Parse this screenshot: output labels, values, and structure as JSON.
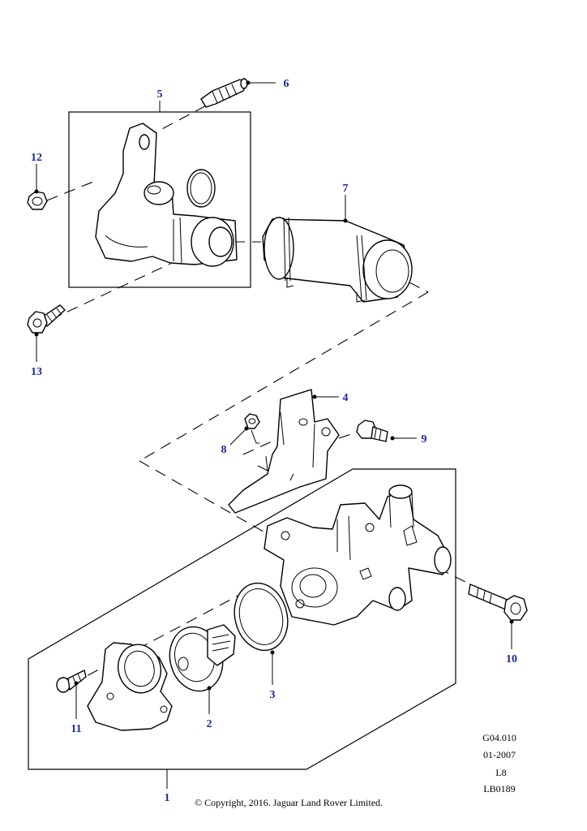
{
  "callouts": {
    "c1": "1",
    "c2": "2",
    "c3": "3",
    "c4": "4",
    "c5": "5",
    "c6": "6",
    "c7": "7",
    "c8": "8",
    "c9": "9",
    "c10": "10",
    "c11": "11",
    "c12": "12",
    "c13": "13"
  },
  "meta": {
    "code": "G04.010",
    "date": "01-2007",
    "model": "L8",
    "ref": "LB0189"
  },
  "copyright": "© Copyright, 2016. Jaguar Land Rover Limited.",
  "colors": {
    "callout": "#1a2a9c",
    "line": "#000000"
  }
}
